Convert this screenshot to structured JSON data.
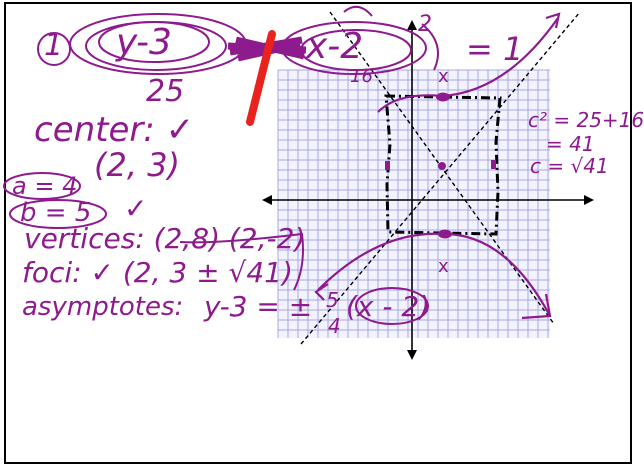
{
  "colors": {
    "ink": "#8e1b8e",
    "red": "#e8231d",
    "grid": "#a7a7e6",
    "axis": "#000000",
    "paper": "#ffffff"
  },
  "notes": {
    "problem_number": "1",
    "equation_left": "y-3",
    "equation_right": "x-2",
    "equation_exp": "2",
    "equals_one": "= 1",
    "denominator_left": "25",
    "denominator_right": "16",
    "center_label": "center: ✓",
    "center_value": "(2, 3)",
    "a_value": "a = 4",
    "b_value": "b = 5",
    "check": "✓",
    "vertices": "vertices: (2,8) (2,-2)",
    "foci": "foci: ✓ (2, 3 ± √41)",
    "asymptotes_label": "asymptotes:",
    "asymptotes_lhs": "y-3 = ±",
    "asymptote_num": "5",
    "asymptote_den": "4",
    "asymptotes_rhs": "(x - 2)",
    "c_squared": "c² = 25+16",
    "c_sum": "= 41",
    "c_value": "c = √41",
    "focus_mark": "x"
  }
}
